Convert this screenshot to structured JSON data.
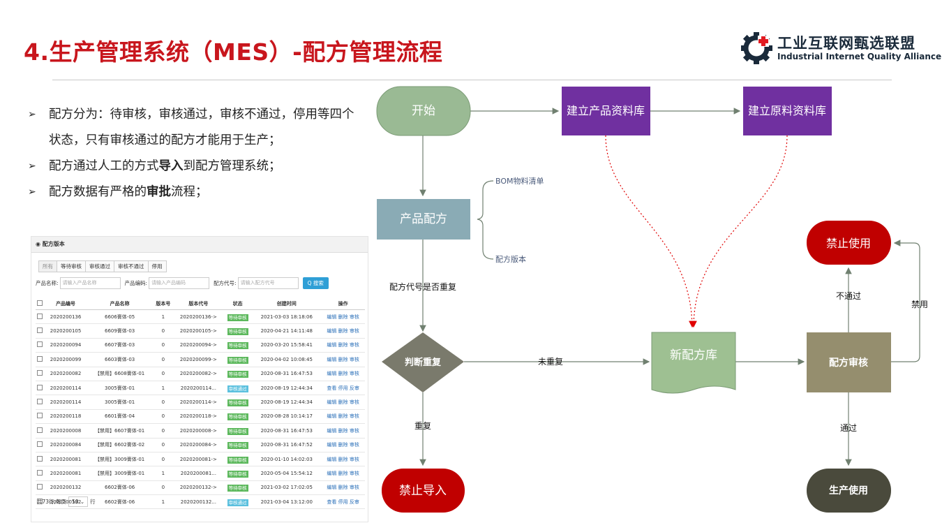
{
  "title": "4.生产管理系统（MES）-配方管理流程",
  "logo": {
    "cn": "工业互联网甄选联盟",
    "en": "Industrial Internet Quality Alliance"
  },
  "bullets": [
    {
      "pre": "配方分为：待审核，审核通过，审核不通过，停用等四个状态，只有审核通过的配方才能用于生产；",
      "bold": "",
      "post": ""
    },
    {
      "pre": "配方通过人工的方式",
      "bold": "导入",
      "post": "到配方管理系统；"
    },
    {
      "pre": "配方数据有严格的",
      "bold": "审批",
      "post": "流程；"
    }
  ],
  "screenshot": {
    "header": "配方版本",
    "tabs": [
      "所有",
      "等待审核",
      "审核通过",
      "审核不通过",
      "停用"
    ],
    "filters": {
      "name_label": "产品名称:",
      "name_placeholder": "请输入产品名称",
      "code_label": "产品编码:",
      "code_placeholder": "请输入产品编码",
      "recipe_label": "配方代号:",
      "recipe_placeholder": "请输入配方代号",
      "search": "Q 搜索"
    },
    "columns": [
      "产品编号",
      "产品名称",
      "版本号",
      "版本代号",
      "状态",
      "创建时间",
      "操作"
    ],
    "rows": [
      [
        "2020200136",
        "6606膏体-05",
        "1",
        "2020200136->",
        "等待审核",
        "2021-03-03 18:18:06",
        "编辑 删除 审核"
      ],
      [
        "2020200105",
        "6609膏体-03",
        "0",
        "2020200105->",
        "等待审核",
        "2020-04-21 14:11:48",
        "编辑 删除 审核"
      ],
      [
        "2020200094",
        "6607膏体-03",
        "0",
        "2020200094->",
        "等待审核",
        "2020-03-20 15:58:41",
        "编辑 删除 审核"
      ],
      [
        "2020200099",
        "6603膏体-03",
        "0",
        "2020200099->",
        "等待审核",
        "2020-04-02 10:08:45",
        "编辑 删除 审核"
      ],
      [
        "2020200082",
        "【禁用】6608膏体-01",
        "0",
        "2020200082->",
        "等待审核",
        "2020-08-31 16:47:53",
        "编辑 删除 审核"
      ],
      [
        "2020200114",
        "3005膏体-01",
        "1",
        "2020200114...",
        "审核通过",
        "2020-08-19 12:44:34",
        "查看 停用 反审"
      ],
      [
        "2020200114",
        "3005膏体-01",
        "0",
        "2020200114->",
        "等待审核",
        "2020-08-19 12:44:34",
        "编辑 删除 审核"
      ],
      [
        "2020200118",
        "6601膏体-04",
        "0",
        "2020200118->",
        "等待审核",
        "2020-08-28 10:14:17",
        "编辑 删除 审核"
      ],
      [
        "2020200008",
        "【禁用】6607膏体-01",
        "0",
        "2020200008->",
        "等待审核",
        "2020-08-31 16:47:53",
        "编辑 删除 审核"
      ],
      [
        "2020200084",
        "【禁用】6602膏体-02",
        "0",
        "2020200084->",
        "等待审核",
        "2020-08-31 16:47:52",
        "编辑 删除 审核"
      ],
      [
        "2020200081",
        "【禁用】3009膏体-01",
        "0",
        "2020200081->",
        "等待审核",
        "2020-01-10 14:02:03",
        "编辑 删除 审核"
      ],
      [
        "2020200081",
        "【禁用】3009膏体-01",
        "1",
        "2020200081...",
        "等待审核",
        "2020-05-04 15:54:12",
        "编辑 删除 审核"
      ],
      [
        "2020200132",
        "6602膏体-06",
        "0",
        "2020200132->",
        "等待审核",
        "2021-03-02 17:02:05",
        "编辑 删除 审核"
      ],
      [
        "2020200132",
        "6602膏体-06",
        "1",
        "2020200132...",
        "审核通过",
        "2021-03-04 13:12:00",
        "查看 停用 反审"
      ]
    ],
    "footer": {
      "prefix": "共73行,每页",
      "page_size": "50",
      "suffix": "行"
    }
  },
  "flow": {
    "nodes": {
      "start": "开始",
      "product_db": "建立产品资料库",
      "material_db": "建立原料资料库",
      "recipe": "产品配方",
      "check": "判断重复",
      "ban_import": "禁止导入",
      "new_lib": "新配方库",
      "review": "配方审核",
      "ban_use": "禁止使用",
      "produce": "生产使用"
    },
    "brace_top": "BOM物料清单",
    "brace_bottom": "配方版本",
    "labels": {
      "question": "配方代号是否重复",
      "not_dup": "未重复",
      "dup": "重复",
      "fail": "不通过",
      "pass": "通过",
      "disable": "禁用"
    },
    "colors": {
      "green": "#9aba94",
      "purple": "#7030a0",
      "steel": "#8aabb5",
      "gray": "#7a7a6c",
      "red": "#c00000",
      "khaki": "#958e6e",
      "dark": "#4a4a3c",
      "doc": "#9ec092"
    }
  }
}
